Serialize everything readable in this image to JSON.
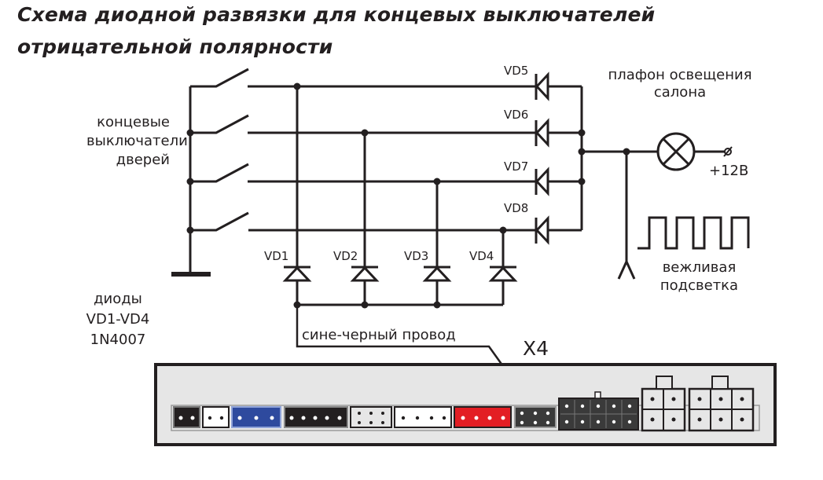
{
  "title": {
    "line1": "Схема диодной развязки для концевых выключателей",
    "line2": "отрицательной полярности"
  },
  "labels": {
    "switches": [
      "концевые",
      "выключатели",
      "дверей"
    ],
    "diodes_note": [
      "диоды",
      "VD1-VD4",
      "1N4007"
    ],
    "lamp": [
      "плафон освещения",
      "салона"
    ],
    "plus12": "+12В",
    "courtesy": [
      "вежливая",
      "подсветка"
    ],
    "wire": "сине-черный провод",
    "connector": "X4"
  },
  "diodes": {
    "top": [
      "VD5",
      "VD6",
      "VD7",
      "VD8"
    ],
    "bottom": [
      "VD1",
      "VD2",
      "VD3",
      "VD4"
    ]
  },
  "colors": {
    "line": "#231f20",
    "panel": "#e6e6e6",
    "blue": "#2e4a9e",
    "red": "#e31e24",
    "dark": "#3a3a3a"
  }
}
